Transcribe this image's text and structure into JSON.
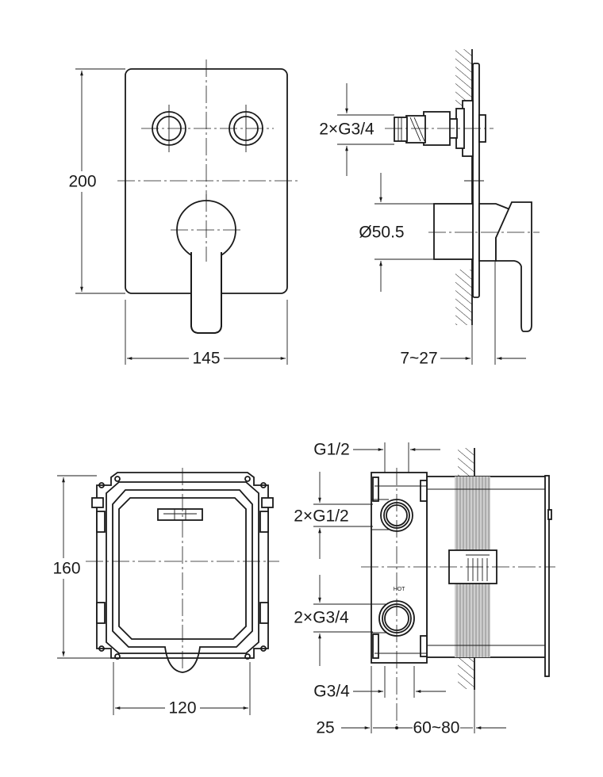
{
  "front_view": {
    "height_label": "200",
    "width_label": "145"
  },
  "side_view": {
    "inlet_label": "2×G3/4",
    "diameter_label": "Ø50.5",
    "depth_label": "7~27"
  },
  "box_front_view": {
    "height_label": "160",
    "width_label": "120"
  },
  "box_side_view": {
    "outlet_top_label": "G1/2",
    "upper_ports_label": "2×G1/2",
    "lower_ports_label": "2×G3/4",
    "outlet_bottom_label": "G3/4",
    "offset_label": "25",
    "depth_label": "60~80",
    "hot_marker": "HOT"
  }
}
